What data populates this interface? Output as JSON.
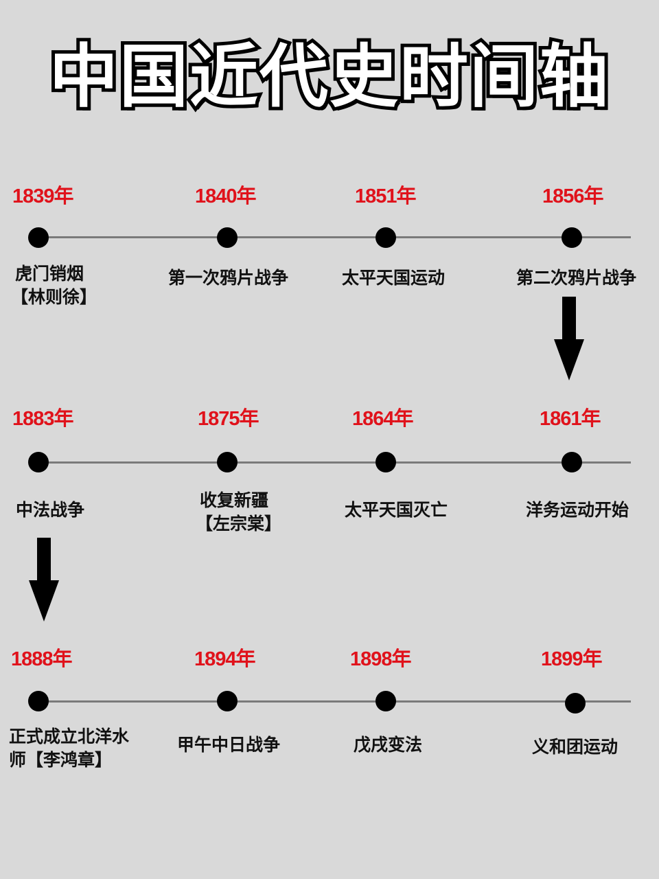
{
  "title": "中国近代史时间轴",
  "colors": {
    "background": "#d9d9d9",
    "year": "#e0121b",
    "line": "#7a7a7a",
    "dot": "#000000"
  },
  "rows": [
    {
      "events": [
        {
          "year": "1839年",
          "label": "虎门销烟",
          "sub": "【林则徐】"
        },
        {
          "year": "1840年",
          "label": "第一次鸦片战争",
          "sub": ""
        },
        {
          "year": "1851年",
          "label": "太平天国运动",
          "sub": ""
        },
        {
          "year": "1856年",
          "label": "第二次鸦片战争",
          "sub": ""
        }
      ]
    },
    {
      "events": [
        {
          "year": "1883年",
          "label": "中法战争",
          "sub": ""
        },
        {
          "year": "1875年",
          "label": "收复新疆",
          "sub": "【左宗棠】"
        },
        {
          "year": "1864年",
          "label": "太平天国灭亡",
          "sub": ""
        },
        {
          "year": "1861年",
          "label": "洋务运动开始",
          "sub": ""
        }
      ]
    },
    {
      "events": [
        {
          "year": "1888年",
          "label": "正式成立北洋水",
          "sub": "师【李鸿章】"
        },
        {
          "year": "1894年",
          "label": "甲午中日战争",
          "sub": ""
        },
        {
          "year": "1898年",
          "label": "戊戌变法",
          "sub": ""
        },
        {
          "year": "1899年",
          "label": "义和团运动",
          "sub": ""
        }
      ]
    }
  ],
  "arrows": [
    {
      "icon": "arrow-down-icon",
      "from": "1856年",
      "to": "1861年"
    },
    {
      "icon": "arrow-down-icon",
      "from": "1883年",
      "to": "1888年"
    }
  ]
}
